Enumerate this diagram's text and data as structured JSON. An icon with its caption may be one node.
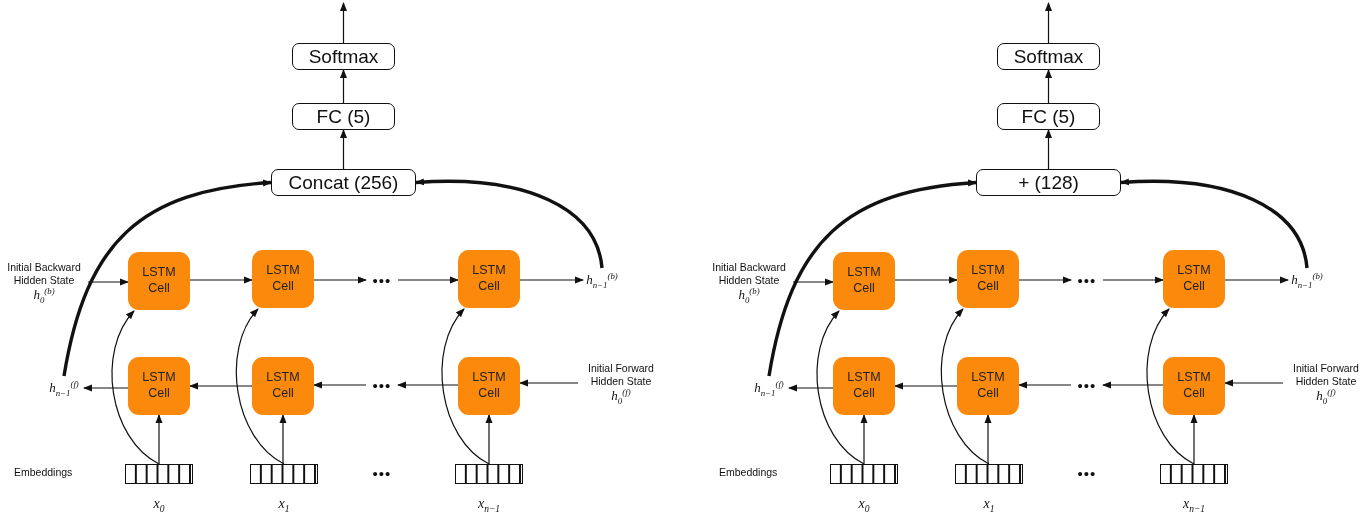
{
  "diagram": {
    "nodes": [
      {
        "text": [
          "Softmax"
        ]
      },
      {
        "text": [
          "FC (5)"
        ]
      },
      {
        "text": [
          "Concat (256)"
        ]
      },
      {
        "text": [
          "Initial Backward Hidden State",
          "h$_{0}$$^{(b)}$"
        ]
      },
      {
        "text": [
          "LSTM Cell"
        ]
      },
      {
        "text": [
          "LSTM Cell"
        ]
      },
      {
        "text": [
          "•••"
        ]
      },
      {
        "text": [
          "LSTM Cell"
        ]
      },
      {
        "text": [
          "h$_{n−1}$$^{(b)}$"
        ]
      },
      {
        "text": [
          "h$_{n−1}$$^{(f)}$"
        ]
      },
      {
        "text": [
          "LSTM Cell"
        ]
      },
      {
        "text": [
          "LSTM Cell"
        ]
      },
      {
        "text": [
          "•••"
        ]
      },
      {
        "text": [
          "LSTM Cell"
        ]
      },
      {
        "text": [
          "Initial Forward Hidden State",
          "h$_{0}$$^{(f)}$"
        ]
      },
      {
        "text": [],
        "shape": "box",
        "beside": [
          "x$_{0}$"
        ]
      },
      {
        "text": [],
        "shape": "box",
        "beside": [
          "x$_{1}$"
        ]
      },
      {
        "text": [],
        "shape": "box",
        "beside": [
          "x$_{n−1}$"
        ]
      },
      {
        "text": [
          "Softmax"
        ]
      },
      {
        "text": [
          "FC (5)"
        ]
      },
      {
        "text": [
          "+ (128)"
        ]
      },
      {
        "text": [
          "Initial Backward Hidden State",
          "h$_{0}$$^{(b)}$"
        ]
      },
      {
        "text": [
          "LSTM Cell"
        ]
      },
      {
        "text": [
          "LSTM Cell"
        ]
      },
      {
        "text": [
          "•••"
        ]
      },
      {
        "text": [
          "LSTM Cell"
        ]
      },
      {
        "text": [
          "h$_{n−1}$$^{(b)}$"
        ]
      },
      {
        "text": [
          "h$_{n−1}$$^{(f)}$"
        ]
      },
      {
        "text": [
          "LSTM Cell"
        ]
      },
      {
        "text": [
          "LSTM Cell"
        ]
      },
      {
        "text": [
          "•••"
        ]
      },
      {
        "text": [
          "LSTM Cell"
        ]
      },
      {
        "text": [
          "Initial Forward Hidden State",
          "h$_{0}$$^{(f)}$"
        ]
      },
      {
        "text": [],
        "shape": "box",
        "beside": [
          "x$_{0}$"
        ]
      },
      {
        "text": [],
        "shape": "box",
        "beside": [
          "x$_{1}$"
        ]
      },
      {
        "text": [],
        "shape": "box",
        "beside": [
          "x$_{n−1}$"
        ]
      }
    ],
    "edges": [
      {
        "from": 0,
        "to": null,
        "arrow": "to"
      },
      {
        "from": 1,
        "to": 0,
        "arrow": "to"
      },
      {
        "from": 2,
        "to": 1,
        "arrow": "to"
      },
      {
        "from": 9,
        "to": 2,
        "arrow": "to",
        "style": "thick"
      },
      {
        "from": 8,
        "to": 2,
        "arrow": "to",
        "style": "thick"
      },
      {
        "from": 3,
        "to": 4,
        "arrow": "to"
      },
      {
        "from": 4,
        "to": 5,
        "arrow": "to"
      },
      {
        "from": 5,
        "to": 6,
        "arrow": "to"
      },
      {
        "from": 6,
        "to": 7,
        "arrow": "to"
      },
      {
        "from": 7,
        "to": 8,
        "arrow": "to"
      },
      {
        "from": 14,
        "to": 13,
        "arrow": "to"
      },
      {
        "from": 13,
        "to": 12,
        "arrow": "to"
      },
      {
        "from": 12,
        "to": 11,
        "arrow": "to"
      },
      {
        "from": 11,
        "to": 10,
        "arrow": "to"
      },
      {
        "from": 10,
        "to": 9,
        "arrow": "to"
      },
      {
        "from": 15,
        "to": 10,
        "arrow": "to"
      },
      {
        "from": 15,
        "to": 4,
        "arrow": "to"
      },
      {
        "from": 16,
        "to": 11,
        "arrow": "to"
      },
      {
        "from": 16,
        "to": 5,
        "arrow": "to"
      },
      {
        "from": 17,
        "to": 13,
        "arrow": "to"
      },
      {
        "from": 17,
        "to": 7,
        "arrow": "to"
      },
      {
        "from": 18,
        "to": null,
        "arrow": "to"
      },
      {
        "from": 19,
        "to": 18,
        "arrow": "to"
      },
      {
        "from": 20,
        "to": 19,
        "arrow": "to"
      },
      {
        "from": 27,
        "to": 20,
        "arrow": "to",
        "style": "thick"
      },
      {
        "from": 26,
        "to": 20,
        "arrow": "to",
        "style": "thick"
      },
      {
        "from": 21,
        "to": 22,
        "arrow": "to"
      },
      {
        "from": 22,
        "to": 23,
        "arrow": "to"
      },
      {
        "from": 23,
        "to": 24,
        "arrow": "to"
      },
      {
        "from": 24,
        "to": 25,
        "arrow": "to"
      },
      {
        "from": 25,
        "to": 26,
        "arrow": "to"
      },
      {
        "from": 32,
        "to": 31,
        "arrow": "to"
      },
      {
        "from": 31,
        "to": 30,
        "arrow": "to"
      },
      {
        "from": 30,
        "to": 29,
        "arrow": "to"
      },
      {
        "from": 29,
        "to": 28,
        "arrow": "to"
      },
      {
        "from": 28,
        "to": 27,
        "arrow": "to"
      },
      {
        "from": 33,
        "to": 28,
        "arrow": "to"
      },
      {
        "from": 33,
        "to": 22,
        "arrow": "to"
      },
      {
        "from": 34,
        "to": 29,
        "arrow": "to"
      },
      {
        "from": 34,
        "to": 23,
        "arrow": "to"
      },
      {
        "from": 35,
        "to": 31,
        "arrow": "to"
      },
      {
        "from": 35,
        "to": 25,
        "arrow": "to"
      }
    ],
    "labels": [
      "Embeddings",
      "•••",
      "Embeddings",
      "•••"
    ]
  }
}
